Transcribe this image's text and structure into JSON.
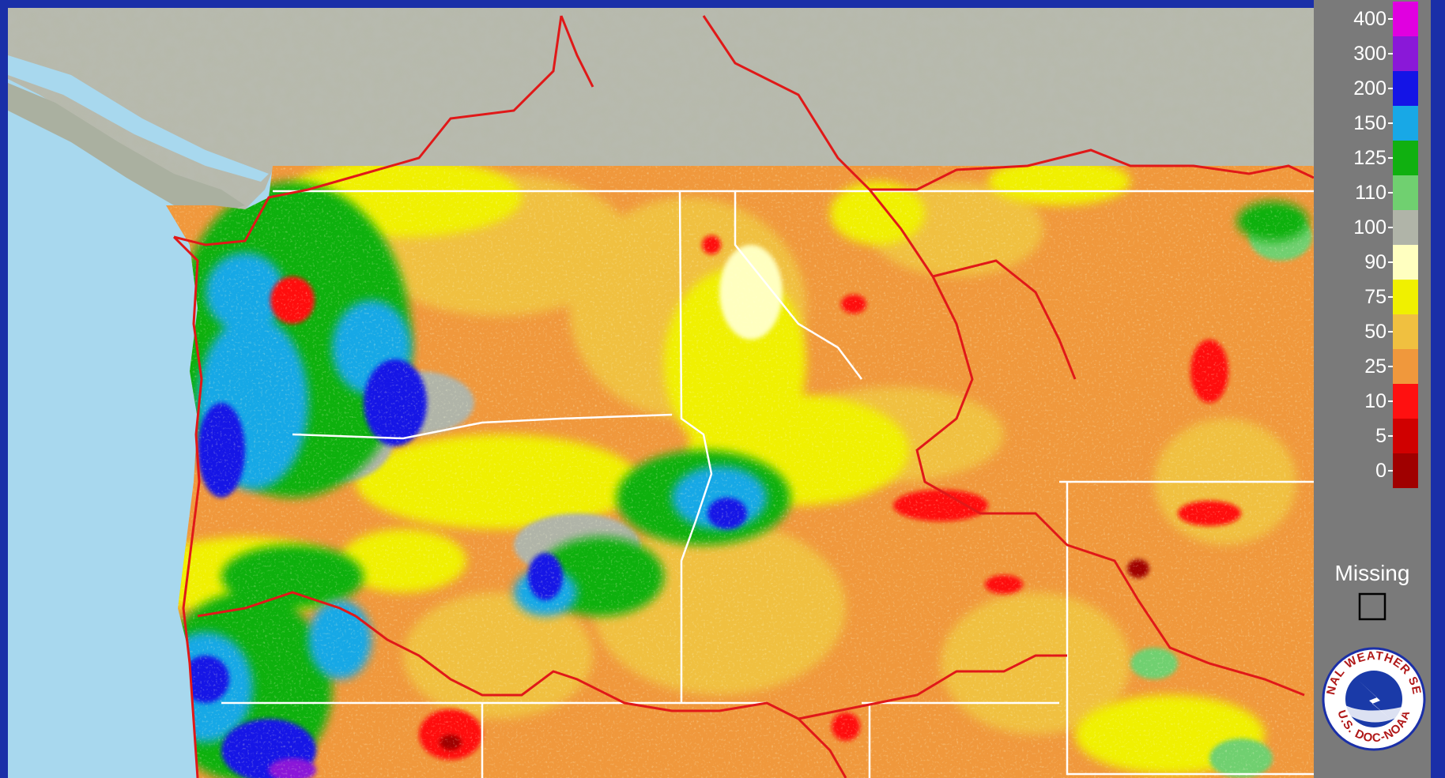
{
  "legend": {
    "ticks": [
      "400",
      "300",
      "200",
      "150",
      "125",
      "110",
      "100",
      "90",
      "75",
      "50",
      "25",
      "10",
      "5",
      "0"
    ],
    "colors": [
      "#e000e0",
      "#8a18d8",
      "#1414e6",
      "#18a8e6",
      "#10b010",
      "#70d070",
      "#b0b4a8",
      "#ffffc0",
      "#f0f000",
      "#f0c040",
      "#f0983c",
      "#ff1010",
      "#d00000",
      "#a00000"
    ],
    "missing_label": "Missing"
  },
  "logo": {
    "icon": "nws-logo-icon",
    "text_top": "NATIONAL WEATHER SERVICE",
    "text_bottom": "U.S. DOC-NOAA"
  },
  "map": {
    "border_color": "#e01818",
    "state_line_color": "#ffffff",
    "ocean_color": "#a8d8ee",
    "terrain_color": "#b4b8a8"
  }
}
